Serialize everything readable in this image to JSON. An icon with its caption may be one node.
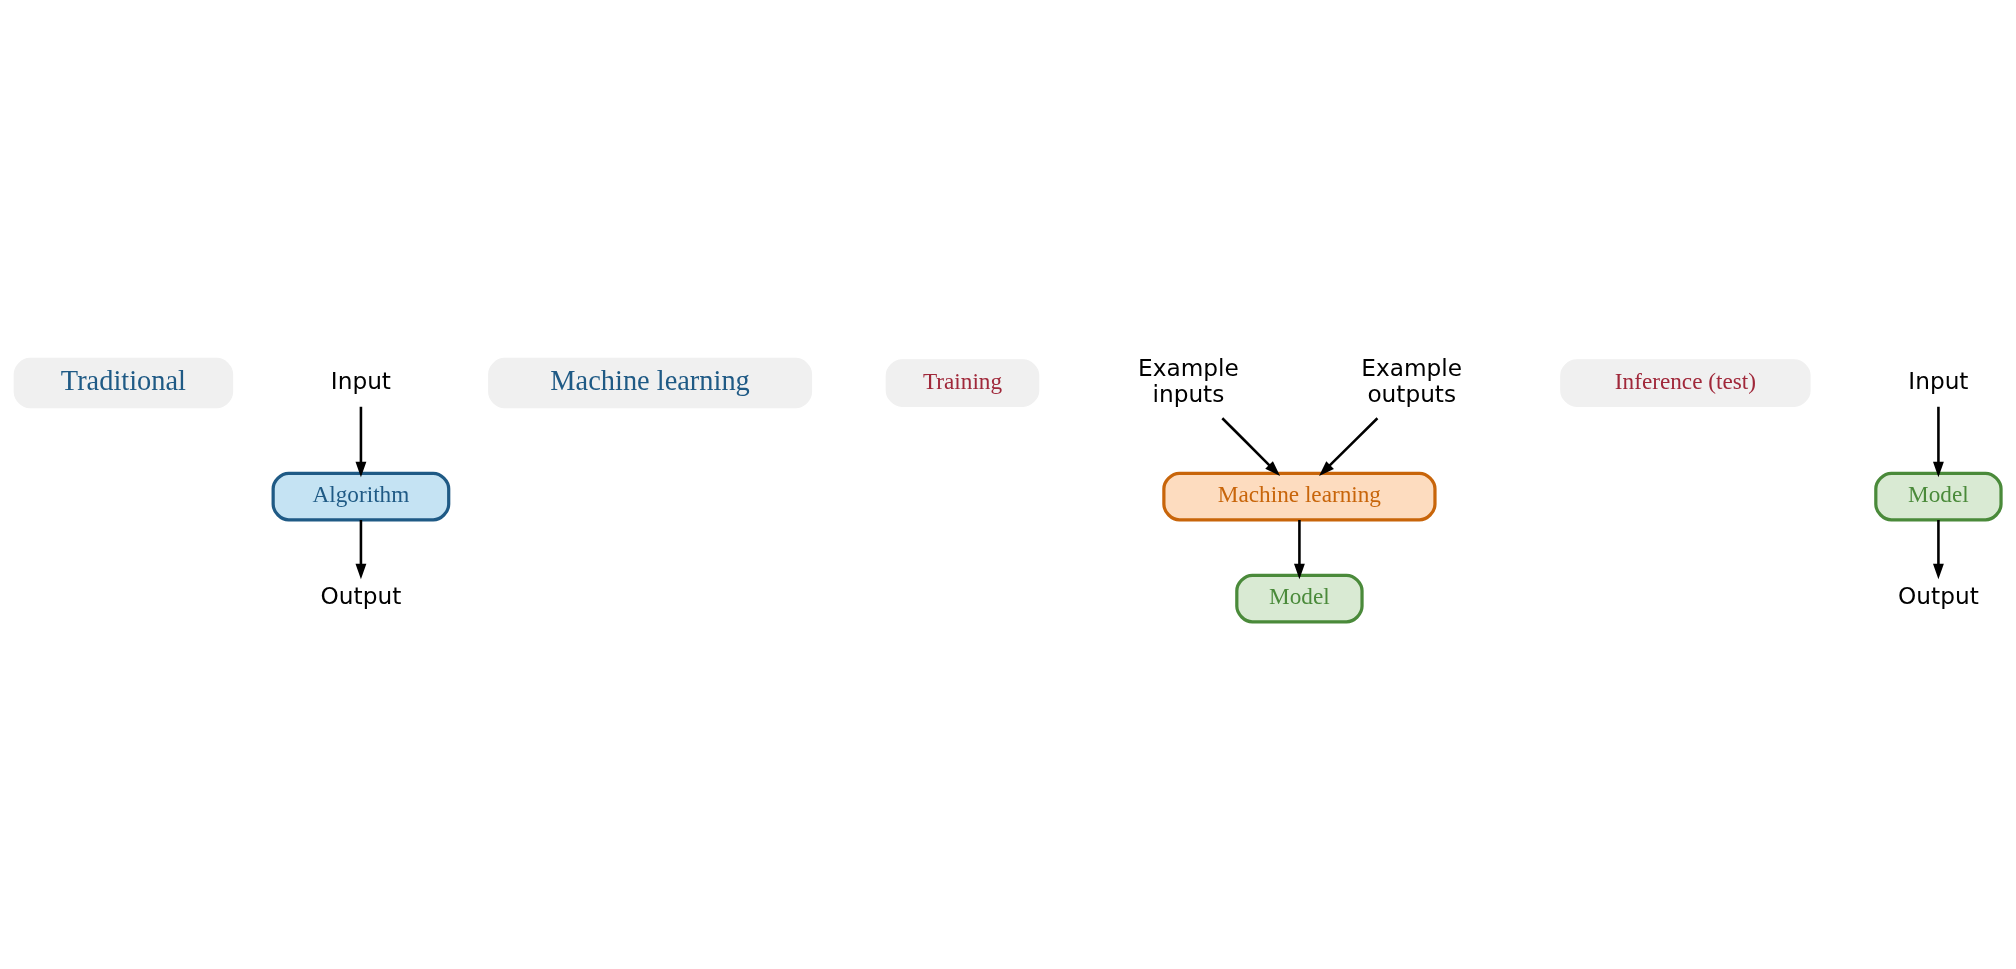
{
  "diagram": {
    "nodes": [
      {
        "text": [
          "Traditional"
        ]
      },
      {
        "text": [
          "Input"
        ]
      },
      {
        "text": [
          "Algorithm"
        ]
      },
      {
        "text": [
          "Output"
        ]
      },
      {
        "text": [
          "Machine learning"
        ]
      },
      {
        "text": [
          "Training"
        ]
      },
      {
        "text": [
          "Example inputs"
        ]
      },
      {
        "text": [
          "Example outputs"
        ]
      },
      {
        "text": [
          "Machine learning"
        ]
      },
      {
        "text": [
          "Model"
        ]
      },
      {
        "text": [
          "Inference (test)"
        ]
      },
      {
        "text": [
          "Input"
        ]
      },
      {
        "text": [
          "Model"
        ]
      },
      {
        "text": [
          "Output"
        ]
      }
    ],
    "edges": [
      {
        "from": 1,
        "to": 2,
        "arrow": "to"
      },
      {
        "from": 2,
        "to": 3,
        "arrow": "to"
      },
      {
        "from": 6,
        "to": 8,
        "arrow": "to"
      },
      {
        "from": 7,
        "to": 8,
        "arrow": "to"
      },
      {
        "from": 8,
        "to": 9,
        "arrow": "to"
      },
      {
        "from": 11,
        "to": 12,
        "arrow": "to"
      },
      {
        "from": 12,
        "to": 13,
        "arrow": "to"
      }
    ]
  }
}
